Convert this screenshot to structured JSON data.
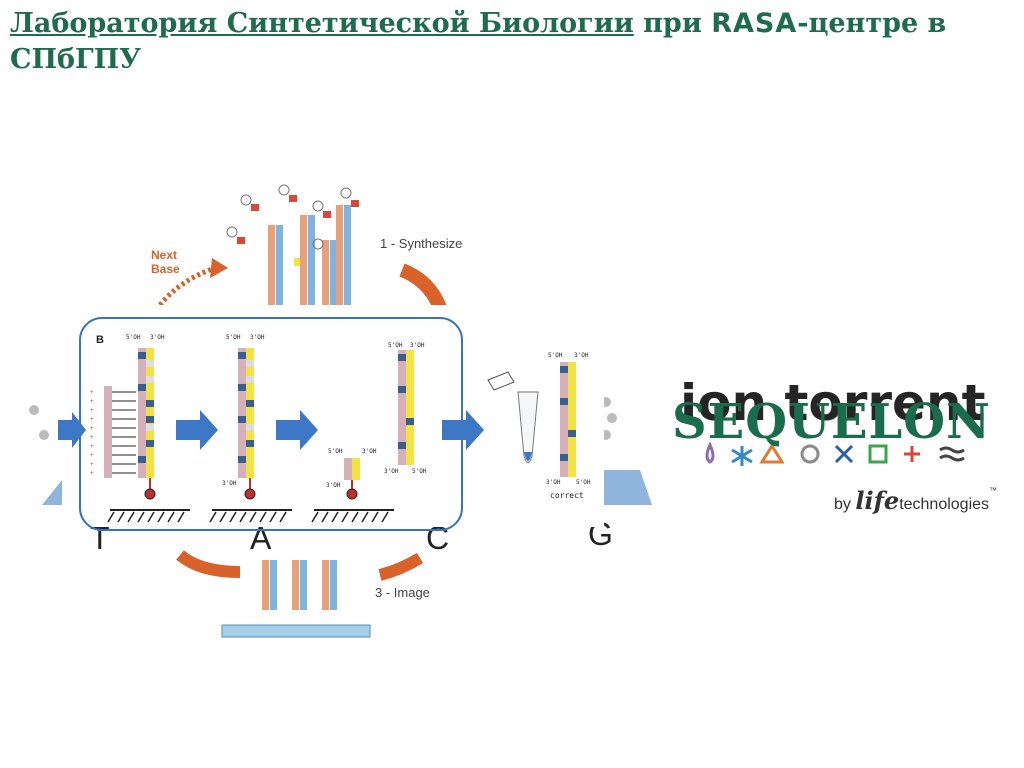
{
  "header": {
    "title_link": "Лаборатория Синтетической Биологии",
    "title_middle": "при",
    "title_rasa": "RASA",
    "title_end": "-центре в СПбГПУ"
  },
  "cycle_figure": {
    "step_synthesize": "1 - Synthesize",
    "step_image": "3 - Image",
    "next_base_line1": "Next",
    "next_base_line2": "Base",
    "base_letters": [
      "T",
      "A",
      "C",
      "G"
    ]
  },
  "panel": {
    "panel_label": "B",
    "prime_5": "5'OH",
    "prime_3": "3'OH",
    "correct_label": "correct"
  },
  "logos": {
    "sequelon": "SEQUELON",
    "by": "by",
    "life": "life",
    "technologies": "technologies",
    "tm": "™"
  },
  "colors": {
    "title": "#1e6b4e",
    "sequelon": "#1a6d4c",
    "arrow_blue": "#3d78c6",
    "arrow_orange": "#d9622b",
    "panel_border": "#3a74c0"
  }
}
